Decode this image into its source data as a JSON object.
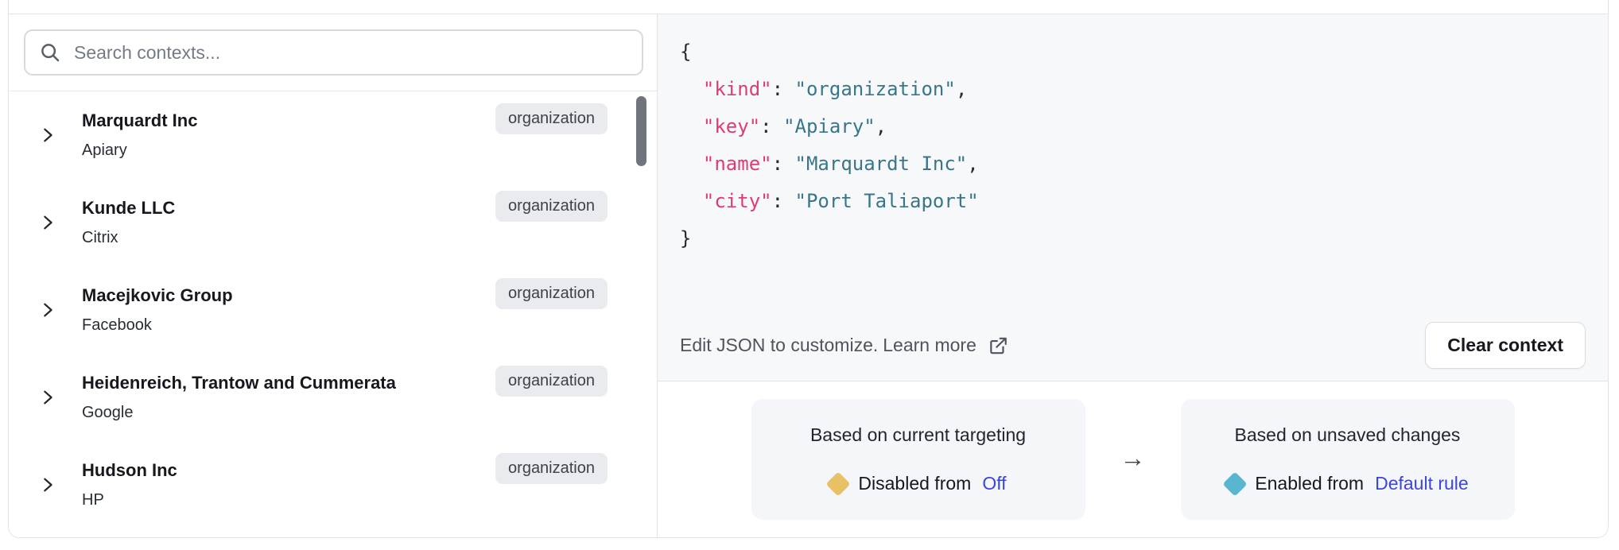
{
  "search": {
    "placeholder": "Search contexts..."
  },
  "context_list": [
    {
      "name": "Marquardt Inc",
      "key": "Apiary",
      "kind": "organization"
    },
    {
      "name": "Kunde LLC",
      "key": "Citrix",
      "kind": "organization"
    },
    {
      "name": "Macejkovic Group",
      "key": "Facebook",
      "kind": "organization"
    },
    {
      "name": "Heidenreich, Trantow and Cummerata",
      "key": "Google",
      "kind": "organization"
    },
    {
      "name": "Hudson Inc",
      "key": "HP",
      "kind": "organization"
    }
  ],
  "json_editor": {
    "open_brace": "{",
    "close_brace": "}",
    "indent": "  ",
    "separator": ": ",
    "comma": ",",
    "entries": [
      {
        "key": "\"kind\"",
        "value": "\"organization\"",
        "last": false
      },
      {
        "key": "\"key\"",
        "value": "\"Apiary\"",
        "last": false
      },
      {
        "key": "\"name\"",
        "value": "\"Marquardt Inc\"",
        "last": false
      },
      {
        "key": "\"city\"",
        "value": "\"Port Taliaport\"",
        "last": true
      }
    ],
    "key_color": "#dc3d78",
    "string_color": "#3a7689"
  },
  "footer": {
    "edit_prefix": "Edit JSON to customize.",
    "learn_more": "Learn more",
    "clear_button": "Clear context"
  },
  "comparison": {
    "current": {
      "title": "Based on current targeting",
      "status_prefix": "Disabled from",
      "link": "Off",
      "diamond_color": "#e9c164"
    },
    "arrow": "→",
    "unsaved": {
      "title": "Based on unsaved changes",
      "status_prefix": "Enabled from",
      "link": "Default rule",
      "diamond_color": "#58b6d0"
    }
  },
  "colors": {
    "link_blue": "#3b46dd",
    "panel_gray": "#f7f8fa",
    "badge_gray": "#e9ebee"
  }
}
